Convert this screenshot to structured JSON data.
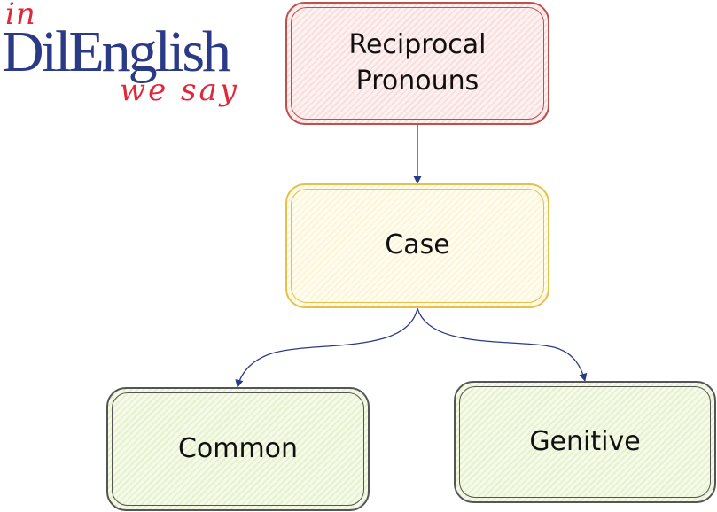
{
  "logo": {
    "prefix": "in",
    "brand": "DilEnglish",
    "suffix": "we say"
  },
  "nodes": {
    "root": "Reciprocal\nPronouns",
    "case": "Case",
    "common": "Common",
    "genitive": "Genitive"
  },
  "colors": {
    "root_border": "#c0504d",
    "case_border": "#e6c04a",
    "leaf_border": "#555555",
    "edge": "#2b3a87",
    "brand_blue": "#2b3a87",
    "brand_red": "#e0283a"
  }
}
